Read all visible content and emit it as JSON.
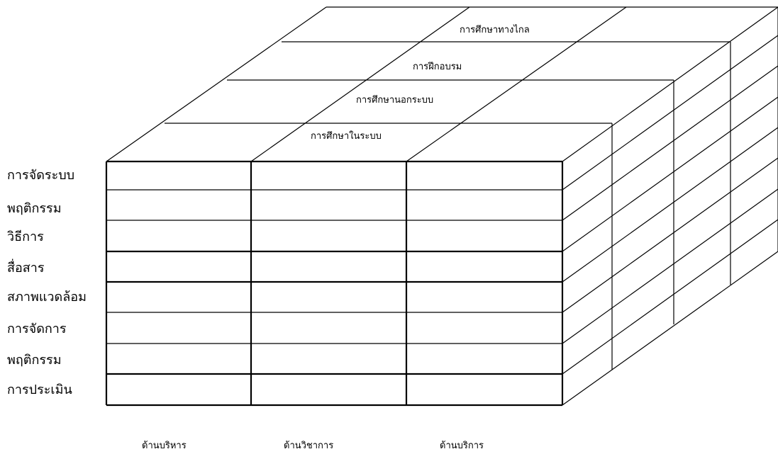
{
  "diagram": {
    "row_labels": [
      "การจัดระบบ",
      "พฤติกรรม",
      "วิธีการ",
      "สื่อสาร",
      "สภาพแวดล้อม",
      "การจัดการ",
      "พฤติกรรม",
      "การประเมิน"
    ],
    "depth_labels": [
      "การศึกษาในระบบ",
      "การศึกษานอกระบบ",
      "การฝึกอบรม",
      "การศึกษาทางไกล"
    ],
    "column_labels": [
      "ด้านบริหาร",
      "ด้านวิชาการ",
      "ด้านบริการ"
    ]
  }
}
